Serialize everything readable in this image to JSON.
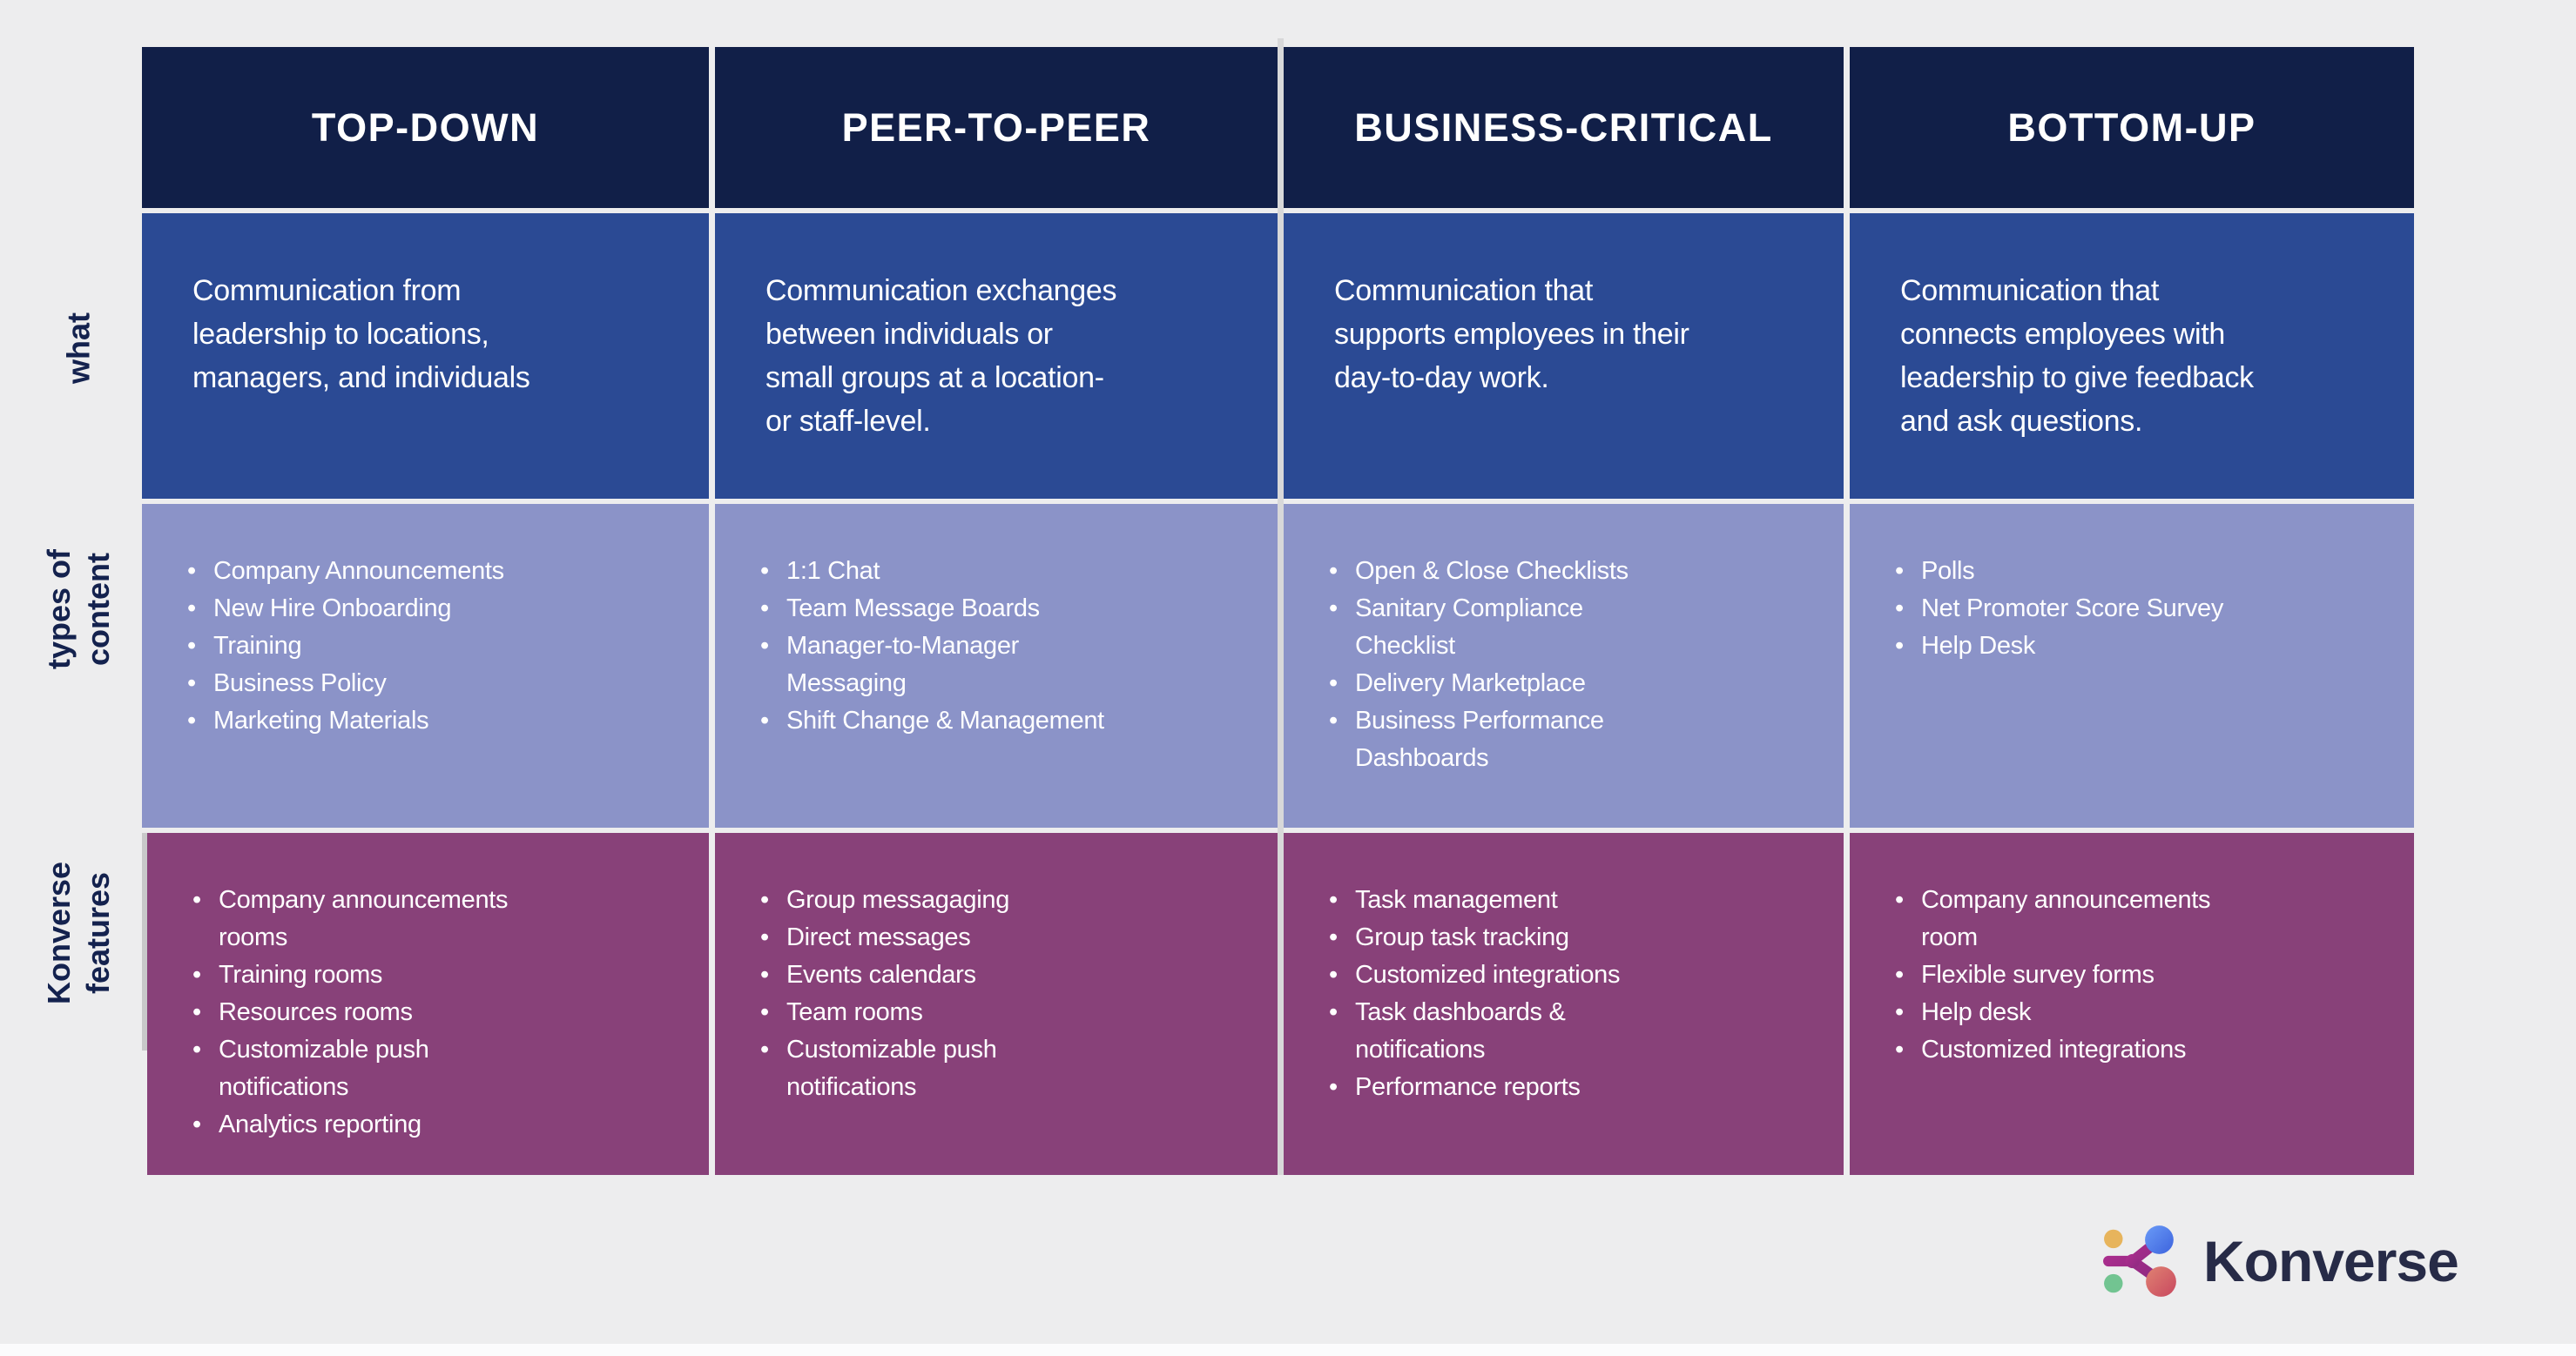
{
  "table": {
    "row_labels": {
      "what": "what",
      "types_of_content": "types of\ncontent",
      "konverse_features": "Konverse\nfeatures"
    },
    "columns": [
      {
        "header": "TOP-DOWN",
        "what": "Communication from\nleadership to locations,\nmanagers, and individuals",
        "types_of_content": [
          "Company Announcements",
          "New Hire Onboarding",
          "Training",
          "Business Policy",
          "Marketing Materials"
        ],
        "konverse_features": [
          "Company announcements\nrooms",
          "Training rooms",
          "Resources rooms",
          "Customizable push\nnotifications",
          "Analytics reporting"
        ]
      },
      {
        "header": "PEER-TO-PEER",
        "what": "Communication exchanges\nbetween individuals or\nsmall groups at a location-\nor staff-level.",
        "types_of_content": [
          "1:1 Chat",
          "Team Message Boards",
          "Manager-to-Manager\nMessaging",
          "Shift Change & Management"
        ],
        "konverse_features": [
          "Group messagaging",
          "Direct messages",
          "Events calendars",
          "Team rooms",
          "Customizable push\nnotifications"
        ]
      },
      {
        "header": "BUSINESS-CRITICAL",
        "what": "Communication that\nsupports employees in their\nday-to-day work.",
        "types_of_content": [
          "Open  & Close Checklists",
          "Sanitary Compliance\nChecklist",
          "Delivery Marketplace",
          "Business Performance\nDashboards"
        ],
        "konverse_features": [
          "Task management",
          "Group task tracking",
          "Customized integrations",
          "Task dashboards &\nnotifications",
          "Performance reports"
        ]
      },
      {
        "header": "BOTTOM-UP",
        "what": "Communication that\nconnects employees with\nleadership to give feedback\nand ask questions.",
        "types_of_content": [
          "Polls",
          "Net Promoter Score Survey",
          "Help Desk"
        ],
        "konverse_features": [
          "Company announcements\nroom",
          "Flexible survey forms",
          "Help desk",
          "Customized integrations"
        ]
      }
    ]
  },
  "logo": {
    "text": "Konverse",
    "icon": "konverse-molecule-icon"
  },
  "colors": {
    "background": "#ededee",
    "header_row": "#111f48",
    "what_row": "#2b4a94",
    "types_row": "#8b93c8",
    "features_row": "#884179",
    "label_text": "#14224e",
    "cell_text": "#ffffff",
    "logo_text": "#272b47",
    "logo_yellow": "#e7b45c",
    "logo_green": "#72c491",
    "logo_blue": "#4a77e8",
    "logo_red": "#d2566a",
    "logo_magenta": "#9c2d87"
  },
  "bullet_glyph": "•"
}
